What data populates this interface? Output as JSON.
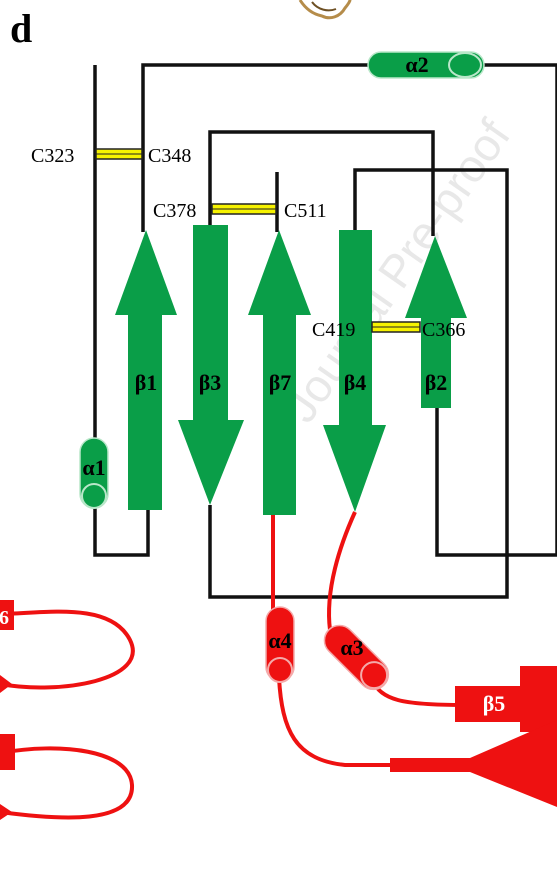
{
  "panel_label": "d",
  "watermark": "Journal Pre-proof",
  "colors": {
    "strand": "#0a9e48",
    "helix": "#0a9e48",
    "loop": "#111111",
    "disorder": "#ee1111",
    "bond": "#f6f200"
  },
  "strands": [
    {
      "id": "strand-beta1",
      "label": "β1",
      "direction": "up"
    },
    {
      "id": "strand-beta3",
      "label": "β3",
      "direction": "down"
    },
    {
      "id": "strand-beta7",
      "label": "β7",
      "direction": "up"
    },
    {
      "id": "strand-beta4",
      "label": "β4",
      "direction": "down"
    },
    {
      "id": "strand-beta2",
      "label": "β2",
      "direction": "up"
    }
  ],
  "helices": [
    {
      "id": "helix-alpha1",
      "label": "α1",
      "color": "green"
    },
    {
      "id": "helix-alpha2",
      "label": "α2",
      "color": "green"
    },
    {
      "id": "helix-alpha4",
      "label": "α4",
      "color": "red"
    },
    {
      "id": "helix-alpha3",
      "label": "α3",
      "color": "red"
    }
  ],
  "disulfides": [
    {
      "left": "C323",
      "right": "C348"
    },
    {
      "left": "C378",
      "right": "C511"
    },
    {
      "left": "C419",
      "right": "C366"
    }
  ],
  "red_strands": [
    {
      "label": "β5"
    },
    {
      "label": "6"
    }
  ]
}
